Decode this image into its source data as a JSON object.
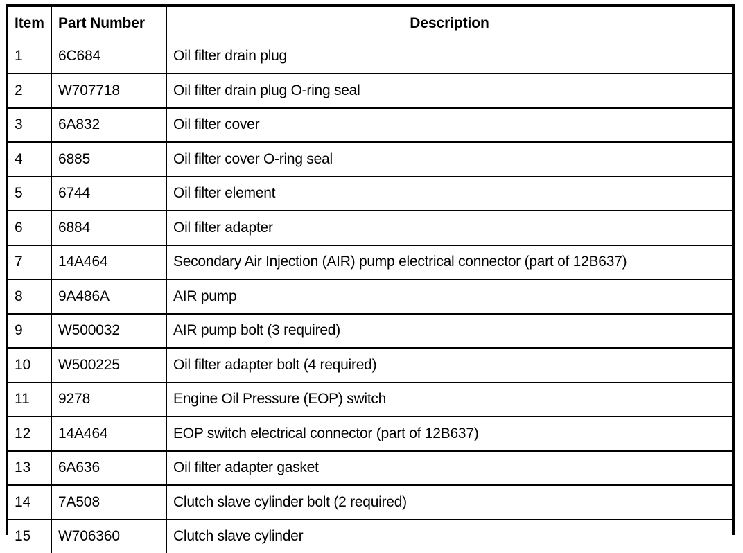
{
  "table": {
    "name": "parts-list",
    "columns": [
      {
        "key": "item",
        "label": "Item",
        "align": "left"
      },
      {
        "key": "part_number",
        "label": "Part Number",
        "align": "left"
      },
      {
        "key": "description",
        "label": "Description",
        "align": "center"
      }
    ],
    "rows": [
      {
        "item": "1",
        "part_number": "6C684",
        "description": "Oil filter drain plug"
      },
      {
        "item": "2",
        "part_number": "W707718",
        "description": "Oil filter drain plug O-ring seal"
      },
      {
        "item": "3",
        "part_number": "6A832",
        "description": "Oil filter cover"
      },
      {
        "item": "4",
        "part_number": "6885",
        "description": "Oil filter cover O-ring seal"
      },
      {
        "item": "5",
        "part_number": "6744",
        "description": "Oil filter element"
      },
      {
        "item": "6",
        "part_number": "6884",
        "description": "Oil filter adapter"
      },
      {
        "item": "7",
        "part_number": "14A464",
        "description": "Secondary Air Injection (AIR) pump electrical connector (part of 12B637)"
      },
      {
        "item": "8",
        "part_number": "9A486A",
        "description": "AIR pump"
      },
      {
        "item": "9",
        "part_number": "W500032",
        "description": "AIR pump bolt (3 required)"
      },
      {
        "item": "10",
        "part_number": "W500225",
        "description": "Oil filter adapter bolt (4 required)"
      },
      {
        "item": "11",
        "part_number": "9278",
        "description": "Engine Oil Pressure (EOP) switch"
      },
      {
        "item": "12",
        "part_number": "14A464",
        "description": "EOP switch electrical connector (part of 12B637)"
      },
      {
        "item": "13",
        "part_number": "6A636",
        "description": "Oil filter adapter gasket"
      },
      {
        "item": "14",
        "part_number": "7A508",
        "description": "Clutch slave cylinder bolt (2 required)"
      },
      {
        "item": "15",
        "part_number": "W706360",
        "description": "Clutch slave cylinder"
      }
    ]
  },
  "colors": {
    "border": "#000000",
    "text": "#000000",
    "background": "#ffffff"
  }
}
